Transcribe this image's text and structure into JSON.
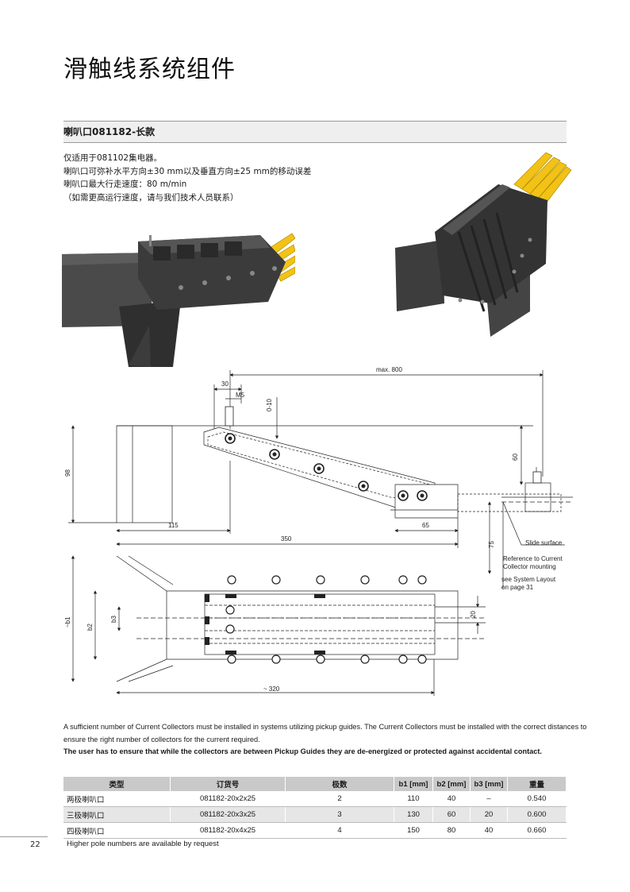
{
  "title": "滑触线系统组件",
  "section": {
    "heading": "喇叭口081182-长款"
  },
  "intro": [
    "仅适用于081102集电器。",
    "喇叭口可弥补水平方向±30 mm以及垂直方向±25 mm的移动误差",
    "喇叭口最大行走速度：80 m/min",
    "（如需更高运行速度，请与我们技术人员联系）"
  ],
  "drawing": {
    "max800": "max. 800",
    "d30": "30",
    "m5": "M5",
    "d010": "0-10",
    "d98": "98",
    "d60": "60",
    "d115": "115",
    "d65": "65",
    "d350": "350",
    "d75": "75",
    "slide": "Slide surface",
    "ref1": "Reference to Current",
    "ref2": "Collector mounting",
    "sys1": "see System Layout",
    "sys2": "on page 31",
    "b1": "~b1",
    "b2": "b2",
    "b3": "b3",
    "d20": "20",
    "d320": "~ 320"
  },
  "notes": [
    "A sufficient number of Current Collectors must be installed in systems utilizing pickup guides. The Current Collectors must be installed with the correct distances to",
    "ensure the right number of collectors for the current required.",
    "The user has to ensure that while the collectors are between Pickup Guides they are de-energized or protected against accidental contact."
  ],
  "table": {
    "headers": [
      "类型",
      "订货号",
      "极数",
      "b1 [mm]",
      "b2 [mm]",
      "b3 [mm]",
      "重量"
    ],
    "rows": [
      [
        "两极喇叭口",
        "081182-20x2x25",
        "2",
        "110",
        "40",
        "–",
        "0.540"
      ],
      [
        "三极喇叭口",
        "081182-20x3x25",
        "3",
        "130",
        "60",
        "20",
        "0.600"
      ],
      [
        "四极喇叭口",
        "081182-20x4x25",
        "4",
        "150",
        "80",
        "40",
        "0.660"
      ]
    ]
  },
  "footnote": "Higher pole numbers are available by request",
  "page_number": "22",
  "colors": {
    "conductor": "#f2c316",
    "housing": "#3a3a3a",
    "header_gray": "#c9c9c9"
  }
}
